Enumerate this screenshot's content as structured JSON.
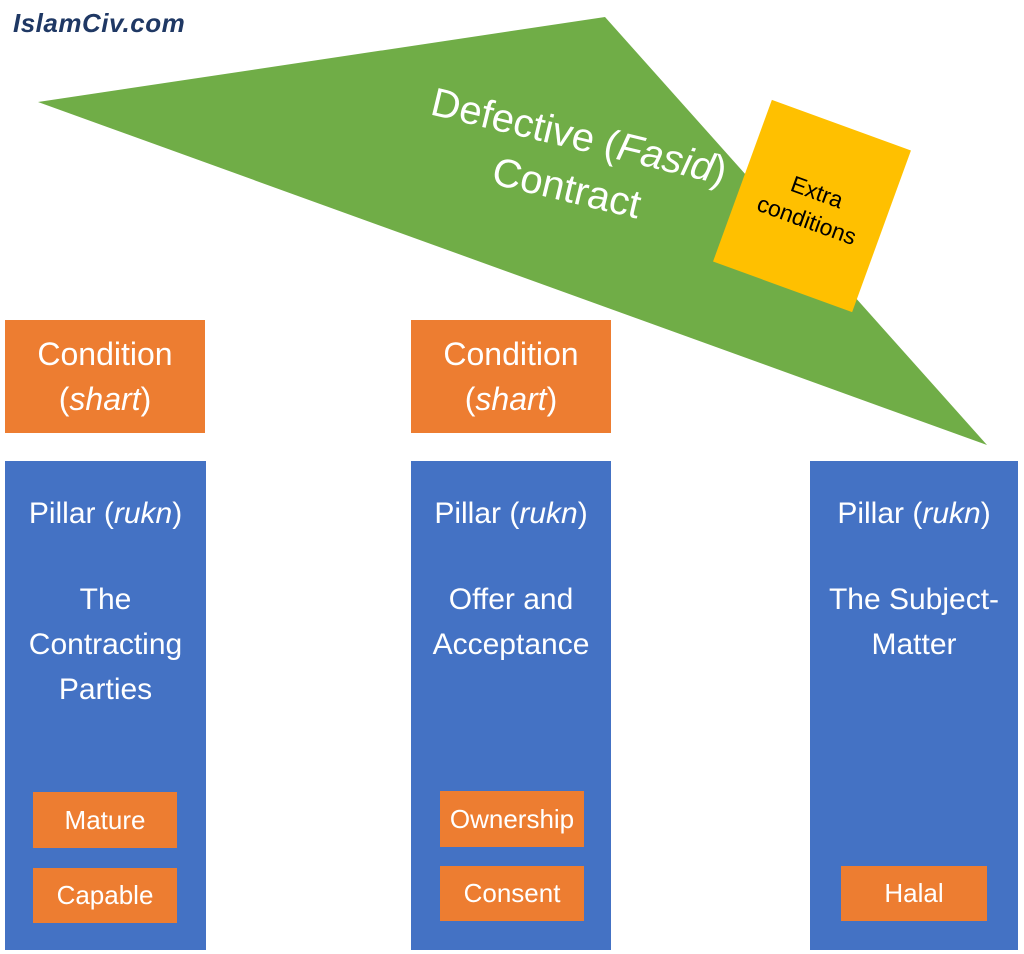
{
  "watermark": "IslamCiv.com",
  "banner": {
    "line1_pre": "Defective (",
    "line1_italic": "Fasid",
    "line1_post": ")",
    "line2": "Contract"
  },
  "extra_note": {
    "line1": "Extra",
    "line2": "conditions"
  },
  "condition_boxes": [
    {
      "title": "Condition",
      "paren_open": "(",
      "term": "shart",
      "paren_close": ")"
    },
    {
      "title": "Condition",
      "paren_open": "(",
      "term": "shart",
      "paren_close": ")"
    }
  ],
  "pillars": [
    {
      "label_pre": "Pillar (",
      "label_term": "rukn",
      "label_post": ")",
      "lines": [
        "The",
        "Contracting",
        "Parties"
      ],
      "tags": [
        "Mature",
        "Capable"
      ]
    },
    {
      "label_pre": "Pillar (",
      "label_term": "rukn",
      "label_post": ")",
      "lines": [
        "Offer and",
        "Acceptance"
      ],
      "tags": [
        "Ownership",
        "Consent"
      ]
    },
    {
      "label_pre": "Pillar (",
      "label_term": "rukn",
      "label_post": ")",
      "lines": [
        "The Subject-",
        "Matter"
      ],
      "tags": [
        "Halal"
      ]
    }
  ],
  "colors": {
    "green": "#70AD47",
    "orange": "#ED7D31",
    "blue": "#4472C4",
    "gold": "#FFC000",
    "navy": "#1F3864",
    "white": "#FFFFFF",
    "black": "#000000"
  }
}
